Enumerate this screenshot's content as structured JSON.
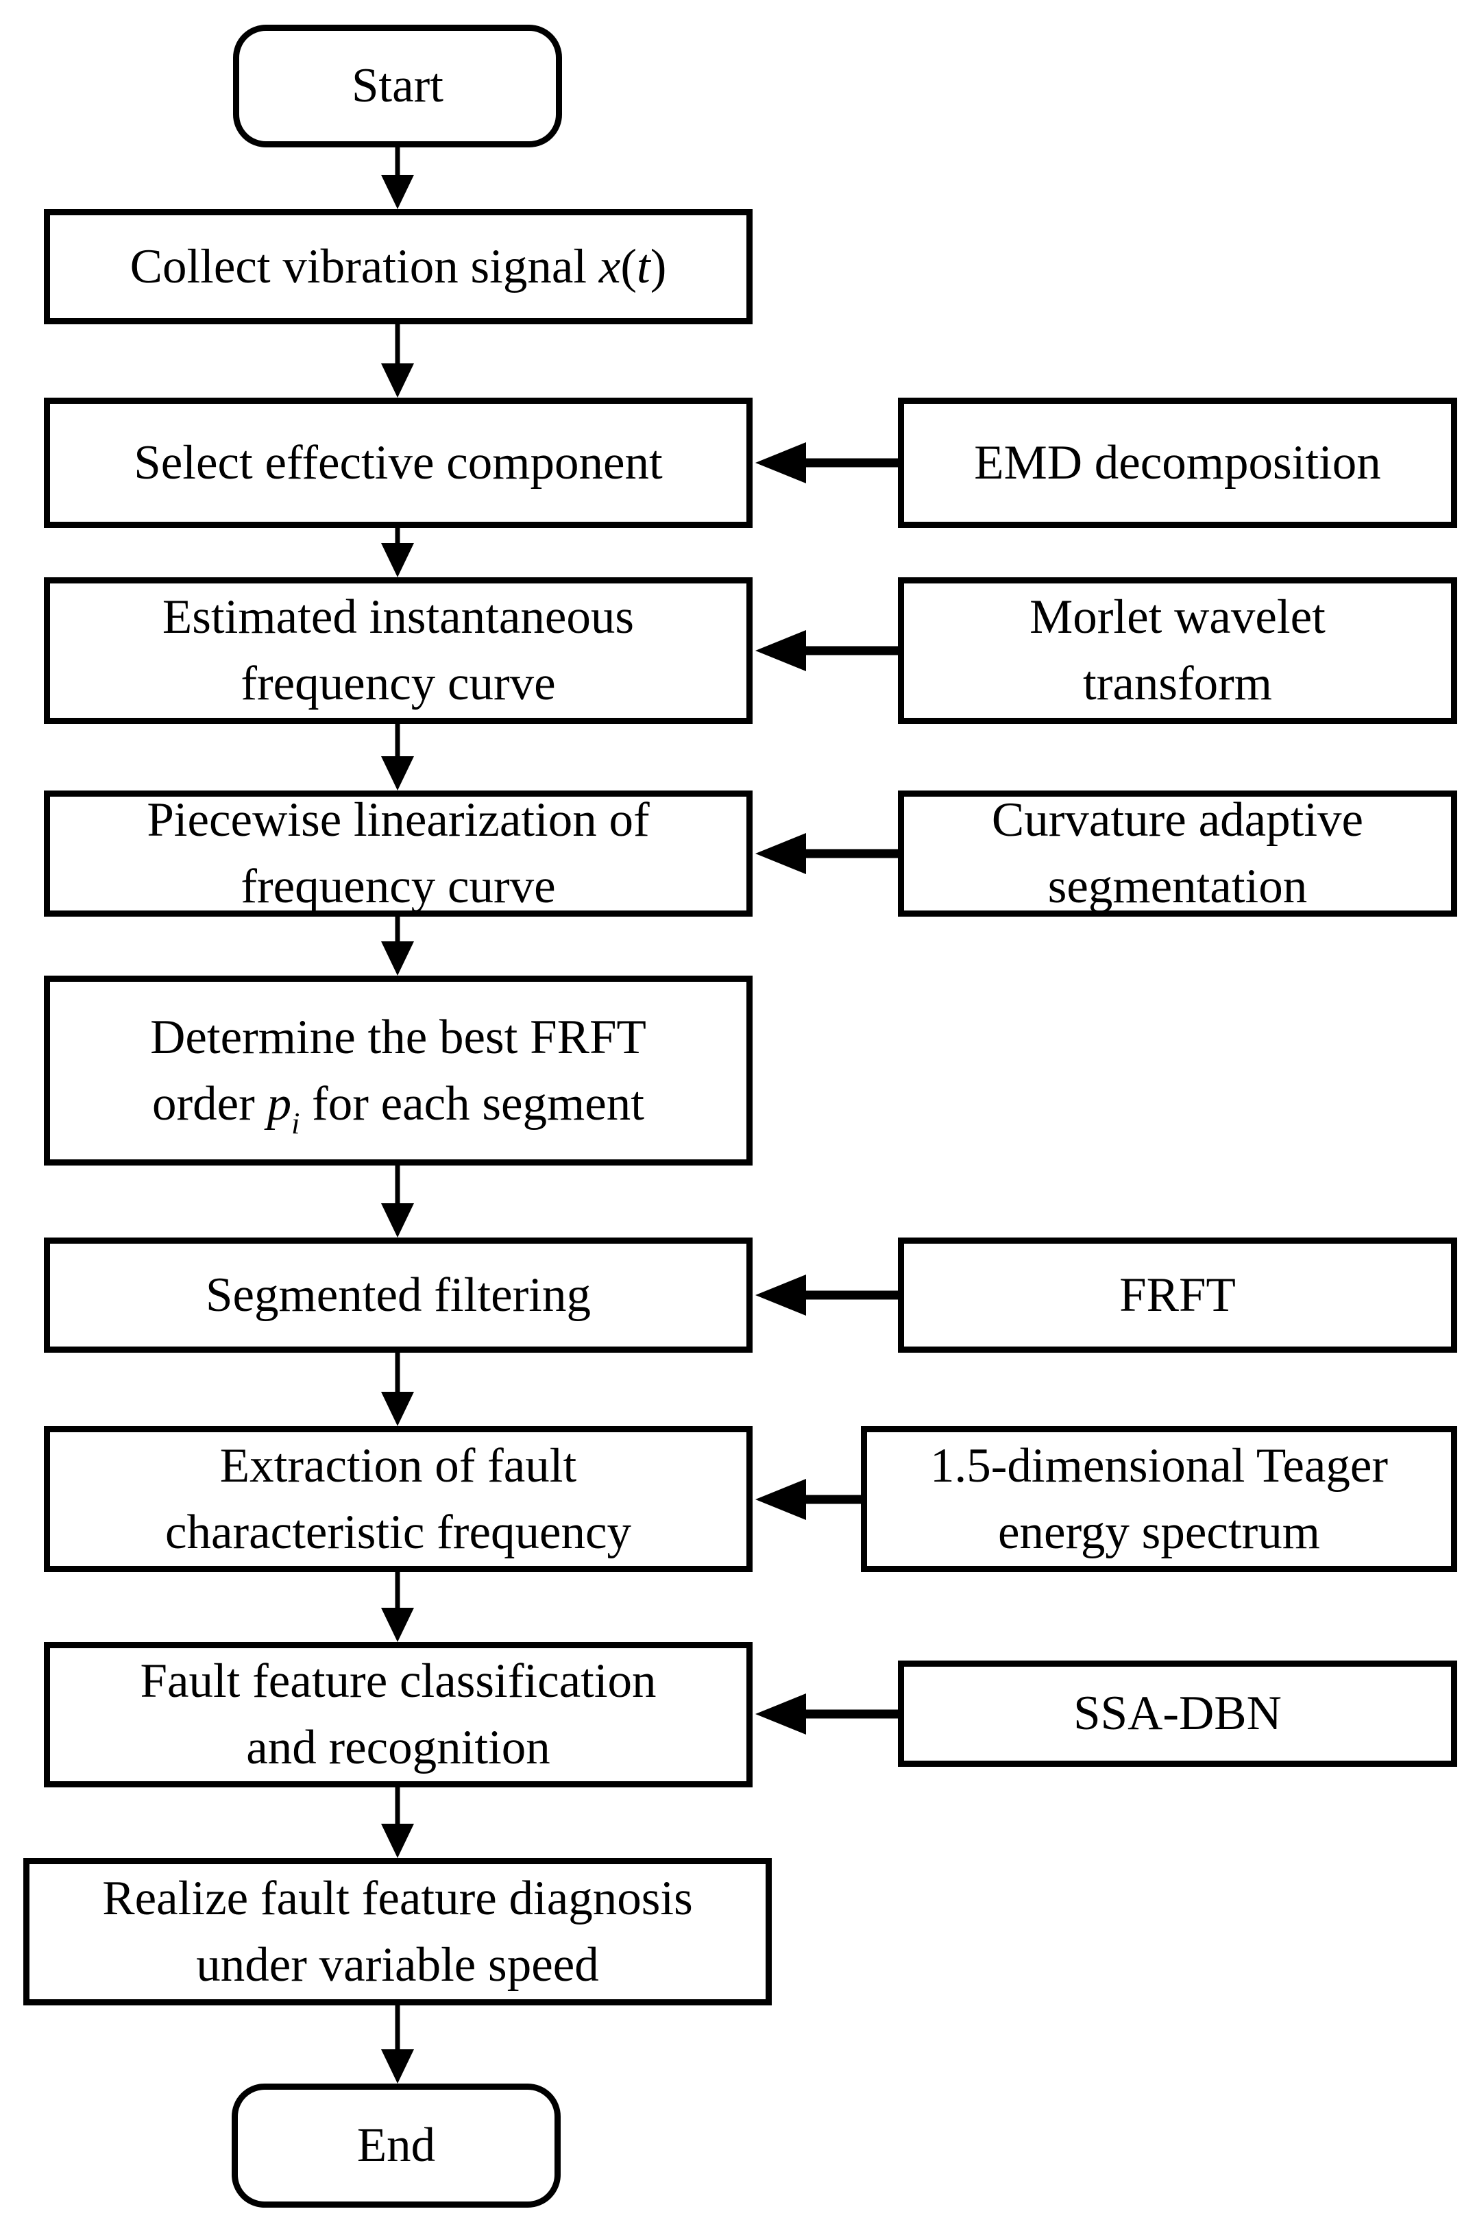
{
  "diagram": {
    "colors": {
      "stroke": "#000000",
      "fill": "#ffffff",
      "text": "#000000"
    },
    "nodes": {
      "start": {
        "type": "terminator",
        "lines": [
          [
            {
              "t": "Start"
            }
          ]
        ]
      },
      "collect": {
        "type": "process",
        "lines": [
          [
            {
              "t": "Collect vibration signal "
            },
            {
              "t": "x",
              "i": true
            },
            {
              "t": "("
            },
            {
              "t": "t",
              "i": true
            },
            {
              "t": ")"
            }
          ]
        ]
      },
      "select": {
        "type": "process",
        "lines": [
          [
            {
              "t": "Select effective component"
            }
          ]
        ]
      },
      "estimated": {
        "type": "process",
        "lines": [
          [
            {
              "t": "Estimated instantaneous"
            }
          ],
          [
            {
              "t": "frequency curve"
            }
          ]
        ]
      },
      "piecewise": {
        "type": "process",
        "lines": [
          [
            {
              "t": "Piecewise linearization of"
            }
          ],
          [
            {
              "t": "frequency curve"
            }
          ]
        ]
      },
      "determine": {
        "type": "process",
        "lines": [
          [
            {
              "t": "Determine the best FRFT"
            }
          ],
          [
            {
              "t": "order "
            },
            {
              "t": "p",
              "i": true
            },
            {
              "t": "i",
              "i": true,
              "sub": true
            },
            {
              "t": " for each segment"
            }
          ]
        ]
      },
      "segmented": {
        "type": "process",
        "lines": [
          [
            {
              "t": "Segmented filtering"
            }
          ]
        ]
      },
      "extraction": {
        "type": "process",
        "lines": [
          [
            {
              "t": "Extraction of fault"
            }
          ],
          [
            {
              "t": "characteristic frequency"
            }
          ]
        ]
      },
      "fault": {
        "type": "process",
        "lines": [
          [
            {
              "t": "Fault feature classification"
            }
          ],
          [
            {
              "t": "and recognition"
            }
          ]
        ]
      },
      "realize": {
        "type": "process",
        "lines": [
          [
            {
              "t": "Realize fault feature diagnosis"
            }
          ],
          [
            {
              "t": "under variable speed"
            }
          ]
        ]
      },
      "end": {
        "type": "terminator",
        "lines": [
          [
            {
              "t": "End"
            }
          ]
        ]
      }
    },
    "side_nodes": {
      "emd": {
        "lines": [
          [
            {
              "t": "EMD decomposition"
            }
          ]
        ]
      },
      "morlet": {
        "lines": [
          [
            {
              "t": "Morlet wavelet"
            }
          ],
          [
            {
              "t": "transform"
            }
          ]
        ]
      },
      "curvature": {
        "lines": [
          [
            {
              "t": "Curvature adaptive"
            }
          ],
          [
            {
              "t": "segmentation"
            }
          ]
        ]
      },
      "frft": {
        "lines": [
          [
            {
              "t": "FRFT"
            }
          ]
        ]
      },
      "teager": {
        "lines": [
          [
            {
              "t": "1.5-dimensional Teager"
            }
          ],
          [
            {
              "t": "energy spectrum"
            }
          ]
        ]
      },
      "ssa_dbn": {
        "lines": [
          [
            {
              "t": "SSA-DBN"
            }
          ]
        ]
      }
    },
    "edges": [
      {
        "from": "start",
        "to": "collect"
      },
      {
        "from": "collect",
        "to": "select"
      },
      {
        "from": "select",
        "to": "estimated"
      },
      {
        "from": "estimated",
        "to": "piecewise"
      },
      {
        "from": "piecewise",
        "to": "determine"
      },
      {
        "from": "determine",
        "to": "segmented"
      },
      {
        "from": "segmented",
        "to": "extraction"
      },
      {
        "from": "extraction",
        "to": "fault"
      },
      {
        "from": "fault",
        "to": "realize"
      },
      {
        "from": "realize",
        "to": "end"
      },
      {
        "from": "emd",
        "to": "select"
      },
      {
        "from": "morlet",
        "to": "estimated"
      },
      {
        "from": "curvature",
        "to": "piecewise"
      },
      {
        "from": "frft",
        "to": "segmented"
      },
      {
        "from": "teager",
        "to": "extraction"
      },
      {
        "from": "ssa_dbn",
        "to": "fault"
      }
    ]
  }
}
